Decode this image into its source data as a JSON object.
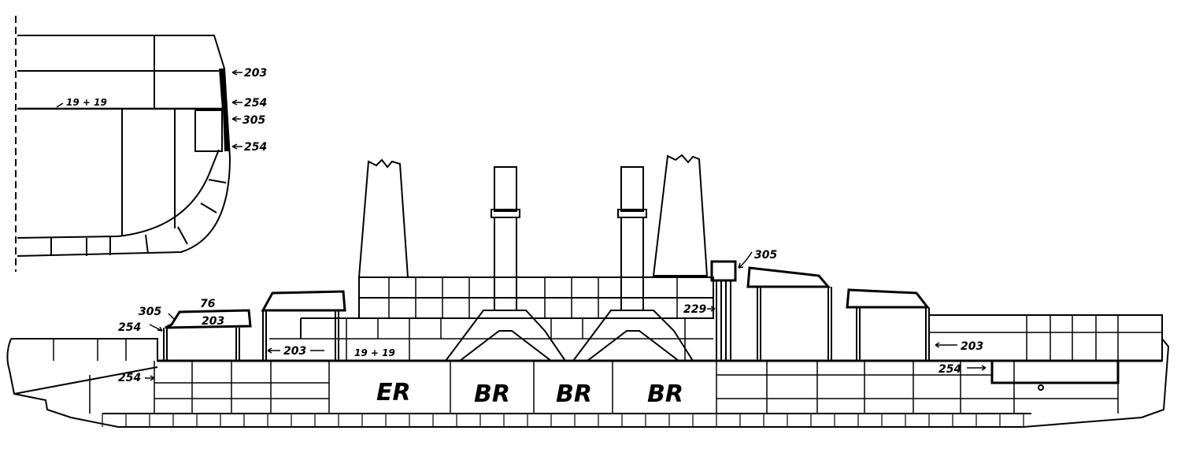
{
  "section_view": {
    "labels": {
      "t203": "203",
      "t254a": "254",
      "t305": "305",
      "t254b": "254",
      "deck": "19 + 19"
    }
  },
  "profile_view": {
    "labels": {
      "t305_bow": "305",
      "t76": "76",
      "t203_bow_turret": "203",
      "t254_bow": "254",
      "t254_lower": "254",
      "t203_barbette": "203",
      "t19_19": "19 + 19",
      "t229": "229",
      "t305_tower": "305",
      "t203_stern": "203",
      "t254_stern": "254"
    },
    "compartments": [
      "ER",
      "BR",
      "BR",
      "BR"
    ]
  },
  "colors": {
    "ink": "#000000",
    "paper": "#ffffff"
  }
}
